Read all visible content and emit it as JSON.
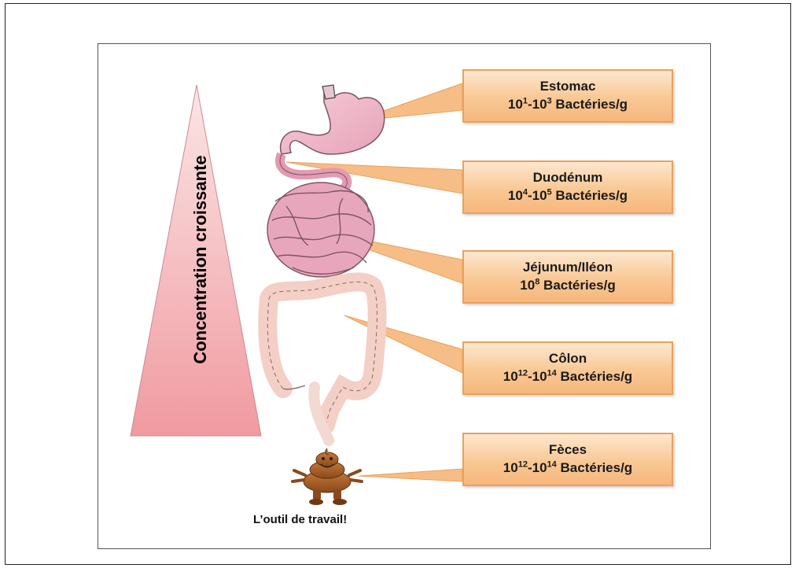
{
  "triangle_label": "Concentration croissante",
  "caption": "L’outil de travail!",
  "callouts": [
    {
      "name": "Estomac",
      "base1": "10",
      "exp1": "1",
      "base2": "10",
      "exp2": "3",
      "unit": "Bactéries/g"
    },
    {
      "name": "Duodénum",
      "base1": "10",
      "exp1": "4",
      "base2": "10",
      "exp2": "5",
      "unit": "Bactéries/g"
    },
    {
      "name": "Jéjunum/Iléon",
      "base1": "10",
      "exp1": "8",
      "unit": "Bactéries/g"
    },
    {
      "name": "Côlon",
      "base1": "10",
      "exp1": "12",
      "base2": "10",
      "exp2": "14",
      "unit": "Bactéries/g"
    },
    {
      "name": "Fèces",
      "base1": "10",
      "exp1": "12",
      "base2": "10",
      "exp2": "14",
      "unit": "Bactéries/g"
    }
  ],
  "colors": {
    "callout_border": "#e8a25a",
    "callout_fill": "#f9c894",
    "triangle_top": "#fbe3e3",
    "triangle_bottom": "#f19aa0",
    "stomach": "#f0bccb",
    "intestine": "#e8a6bd",
    "colon": "#f7d6cf",
    "poop": "#b0652a"
  }
}
